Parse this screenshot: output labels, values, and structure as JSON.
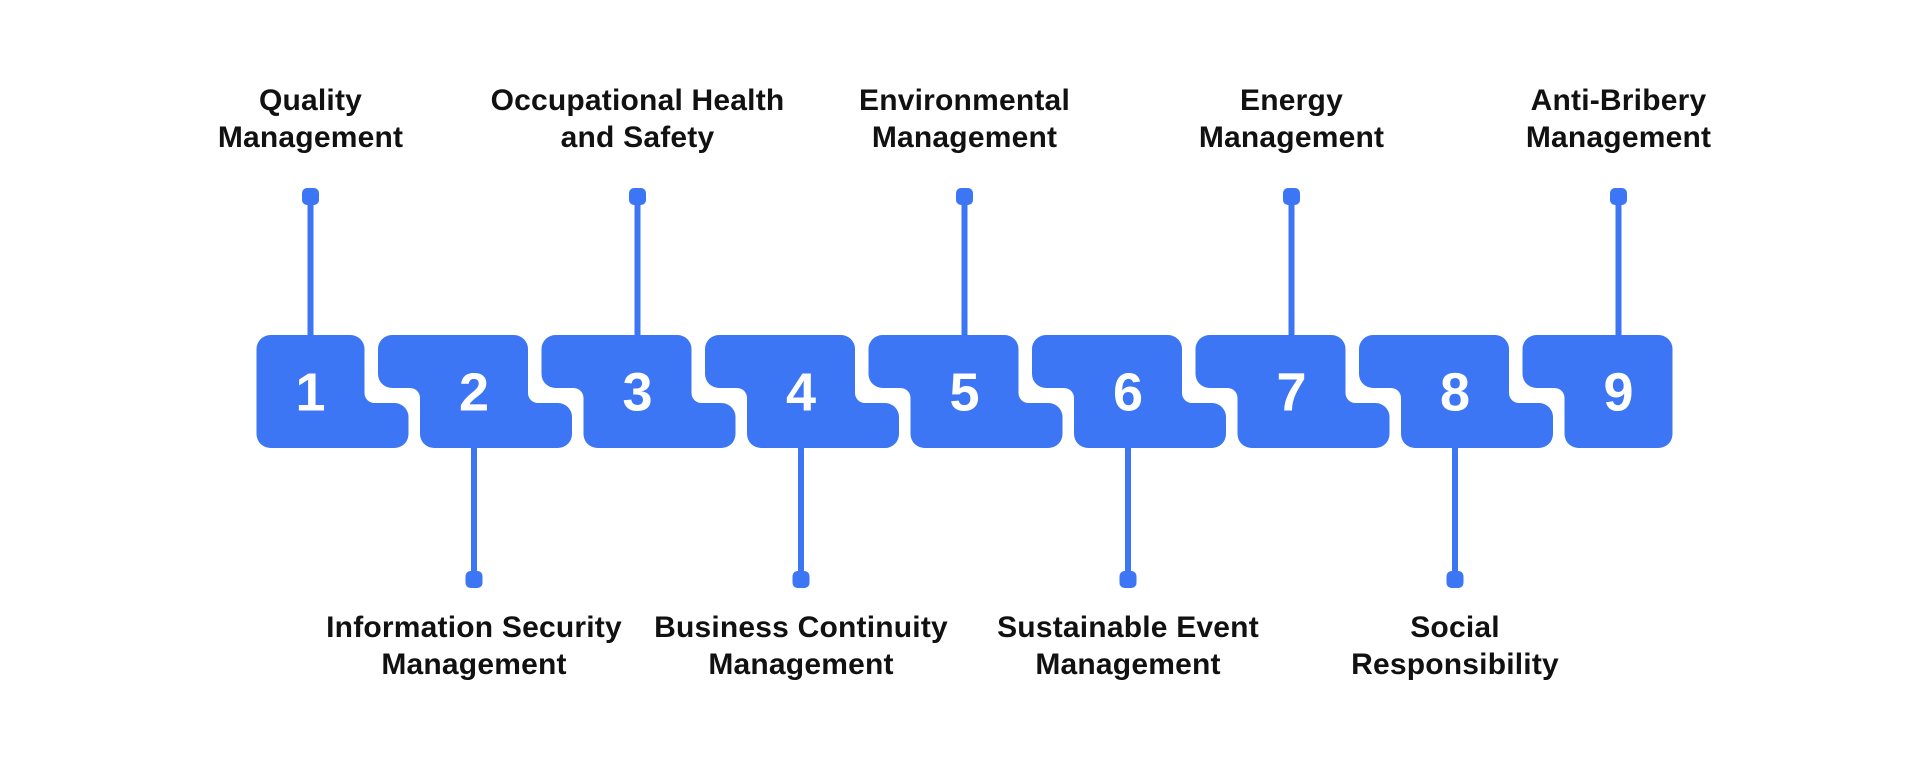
{
  "figure": {
    "title": "",
    "colors": {
      "accent": "#3D76F5",
      "label_text": "#111111",
      "number_text": "#FFFFFF",
      "background": "#FFFFFF"
    },
    "items": [
      {
        "number": "1",
        "label_lines": [
          "Quality",
          "Management"
        ],
        "label_position": "top"
      },
      {
        "number": "2",
        "label_lines": [
          "Information Security",
          "Management"
        ],
        "label_position": "bottom"
      },
      {
        "number": "3",
        "label_lines": [
          "Occupational Health",
          "and Safety"
        ],
        "label_position": "top"
      },
      {
        "number": "4",
        "label_lines": [
          "Business Continuity",
          "Management"
        ],
        "label_position": "bottom"
      },
      {
        "number": "5",
        "label_lines": [
          "Environmental",
          "Management"
        ],
        "label_position": "top"
      },
      {
        "number": "6",
        "label_lines": [
          "Sustainable Event",
          "Management"
        ],
        "label_position": "bottom"
      },
      {
        "number": "7",
        "label_lines": [
          "Energy",
          "Management"
        ],
        "label_position": "top"
      },
      {
        "number": "8",
        "label_lines": [
          "Social",
          "Responsibility"
        ],
        "label_position": "bottom"
      },
      {
        "number": "9",
        "label_lines": [
          "Anti-Bribery",
          "Management"
        ],
        "label_position": "top"
      }
    ]
  }
}
